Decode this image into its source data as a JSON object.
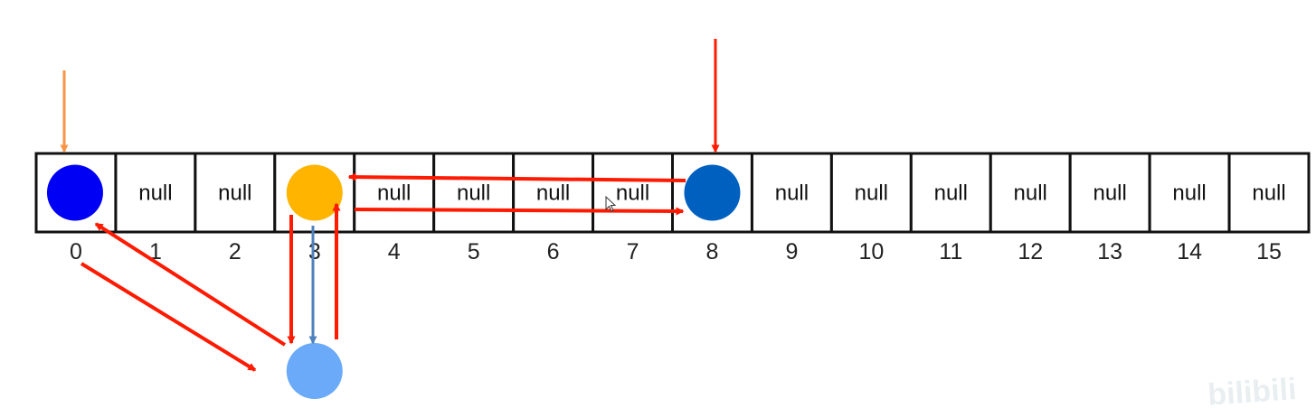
{
  "array": {
    "cells": [
      "",
      "null",
      "null",
      "",
      "null",
      "null",
      "null",
      "null",
      "",
      "null",
      "null",
      "null",
      "null",
      "null",
      "null",
      "null"
    ],
    "indices": [
      "0",
      "1",
      "2",
      "3",
      "4",
      "5",
      "6",
      "7",
      "8",
      "9",
      "10",
      "11",
      "12",
      "13",
      "14",
      "15"
    ]
  },
  "nodes": [
    {
      "id": "node-0",
      "slot": 0,
      "color": "#0000f5"
    },
    {
      "id": "node-3",
      "slot": 3,
      "color": "#ffb400"
    },
    {
      "id": "node-8",
      "slot": 8,
      "color": "#0060c0"
    },
    {
      "id": "node-below-3",
      "below_slot": 3,
      "color": "#6aaaf8"
    }
  ],
  "pointers": [
    {
      "name": "orange-pointer",
      "target_slot": 0,
      "color": "#f79646"
    },
    {
      "name": "red-pointer",
      "target_slot": 8,
      "color": "#ff1a00"
    }
  ],
  "links_color": "#ff1a00",
  "blue_link_color": "#4f81bd",
  "watermark": "bilibili"
}
